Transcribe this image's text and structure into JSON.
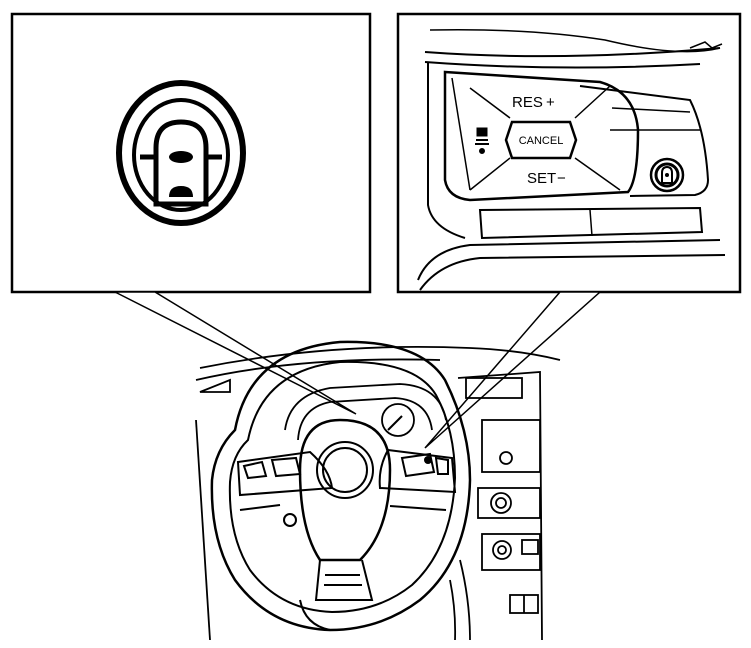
{
  "switch_panel": {
    "res_label": "RES",
    "res_sign": "+",
    "cancel_label": "CANCEL",
    "set_label": "SET",
    "set_sign": "−"
  },
  "icons": {
    "indicator_icon": "lane-assist-vehicle-icon",
    "switch_icon": "lane-assist-vehicle-icon",
    "distance_icon": "vehicle-distance-icon"
  },
  "colors": {
    "line": "#000000",
    "background": "#ffffff"
  }
}
